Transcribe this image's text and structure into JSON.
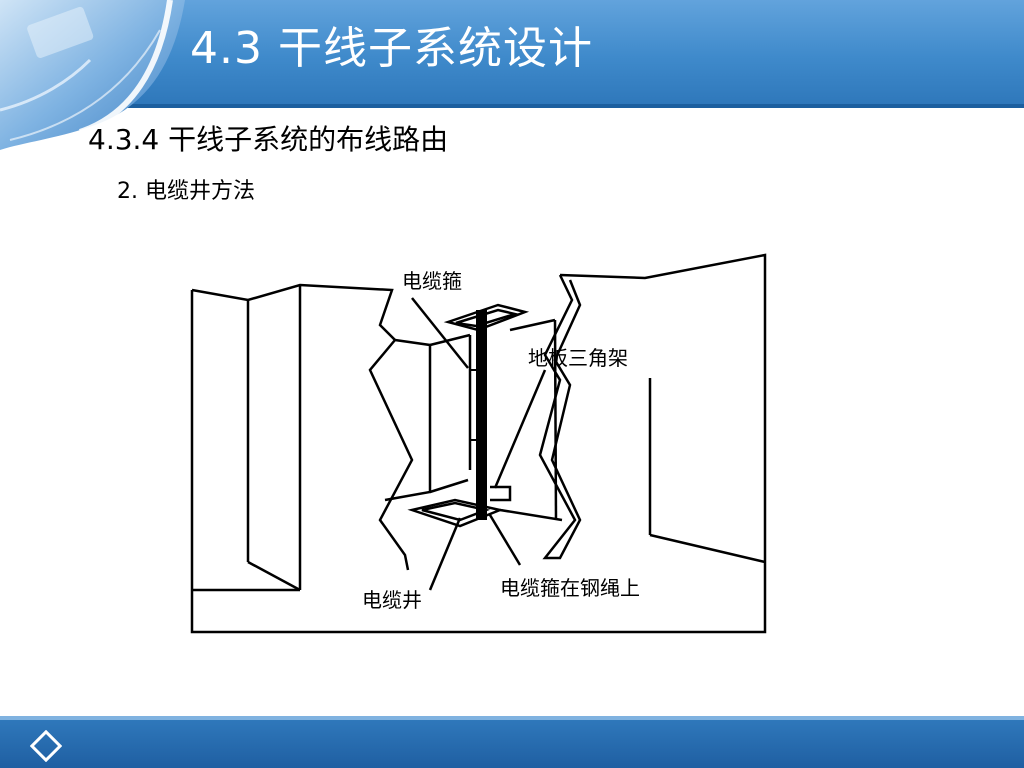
{
  "header": {
    "title": "4.3  干线子系统设计",
    "accent_color": "#3f8acb",
    "corner_icon": "laptop-keyboard-image"
  },
  "content": {
    "subtitle": "4.3.4  干线子系统的布线路由",
    "point": "2. 电缆井方法"
  },
  "diagram": {
    "labels": {
      "cable_clamp": "电缆箍",
      "floor_bracket": "地板三角架",
      "cable_shaft": "电缆井",
      "clamp_on_wire": "电缆箍在钢绳上"
    }
  },
  "footer": {
    "color": "#1f5fa2",
    "icon": "diamond-icon"
  }
}
